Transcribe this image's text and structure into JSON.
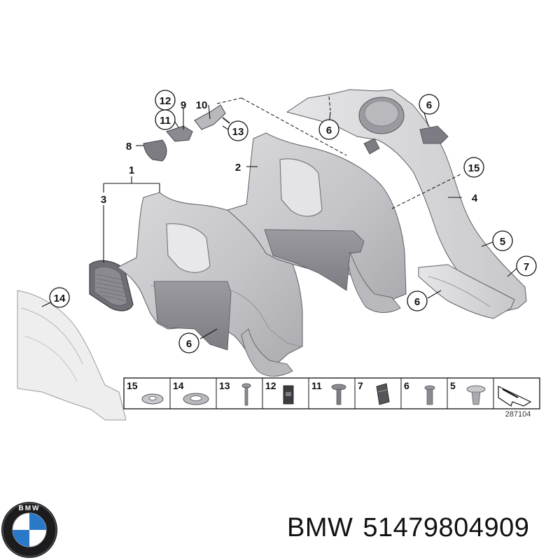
{
  "diagram": {
    "reference_number": "287104",
    "callouts": {
      "c12": "12",
      "c9": "9",
      "c10": "10",
      "c11": "11",
      "c13": "13",
      "c8": "8",
      "c1": "1",
      "c3": "3",
      "c2": "2",
      "c14": "14",
      "c6a": "6",
      "c6b": "6",
      "c6c": "6",
      "c6d": "6",
      "c15": "15",
      "c4": "4",
      "c5": "5",
      "c7": "7"
    },
    "fastener_strip": [
      "15",
      "14",
      "13",
      "12",
      "11",
      "7",
      "6",
      "5"
    ]
  },
  "brand": {
    "logo_icon": "bmw-roundel-icon",
    "logo_letters": "BMW",
    "name": "BMW",
    "part_number": "51479804909"
  }
}
